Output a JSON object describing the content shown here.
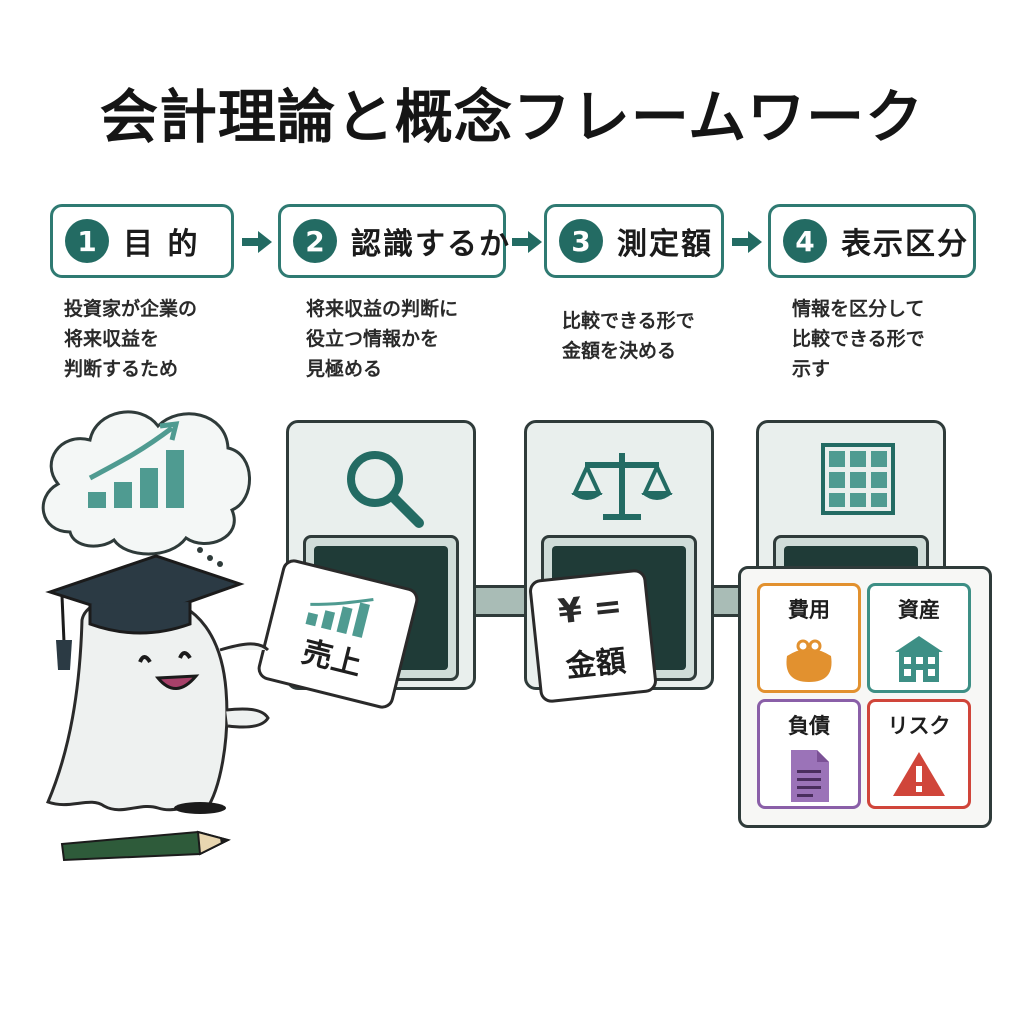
{
  "title": "会計理論と概念フレームワーク",
  "steps": [
    {
      "num": "1",
      "label": "目 的",
      "desc": "投資家が企業の\n将来収益を\n判断するため"
    },
    {
      "num": "2",
      "label": "認識するか",
      "desc": "将来収益の判断に\n役立つ情報かを\n見極める"
    },
    {
      "num": "3",
      "label": "測定額",
      "desc": "比較できる形で\n金額を決める"
    },
    {
      "num": "4",
      "label": "表示区分",
      "desc": "情報を区分して\n比較できる形で\n示す"
    }
  ],
  "cards": {
    "sales": "売上",
    "amount": "金額",
    "amount_symbol": "¥ ="
  },
  "categories": [
    {
      "name": "費用",
      "icon": "coin-purse-icon",
      "color": "#e2912f"
    },
    {
      "name": "資産",
      "icon": "building-icon",
      "color": "#3d8f85"
    },
    {
      "name": "負債",
      "icon": "document-icon",
      "color": "#8a5fa8"
    },
    {
      "name": "リスク",
      "icon": "warning-icon",
      "color": "#d0453a"
    }
  ],
  "colors": {
    "accent": "#236b63",
    "step_border": "#2f7a72",
    "chart_teal": "#4f9b91"
  }
}
